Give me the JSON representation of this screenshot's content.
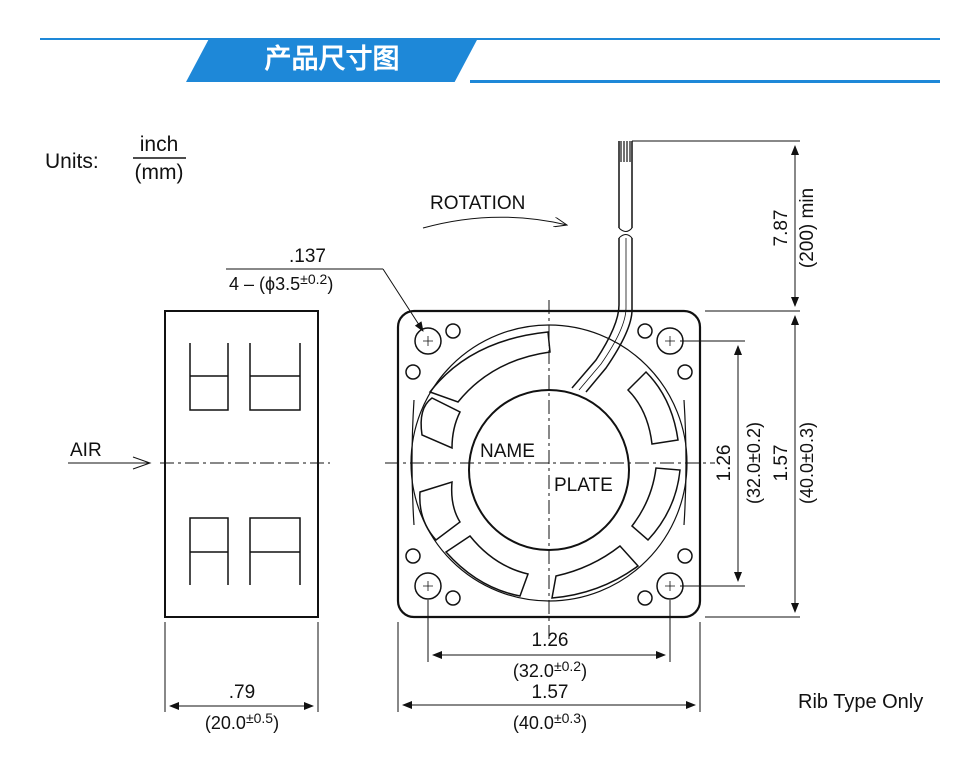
{
  "header": {
    "title": "产品尺寸图",
    "accent_color": "#1e88d8",
    "line_color": "#1e88d8"
  },
  "units": {
    "label": "Units:",
    "numerator": "inch",
    "denominator": "(mm)"
  },
  "labels": {
    "rotation": "ROTATION",
    "air": "AIR",
    "name": "NAME",
    "plate": "PLATE",
    "rib_note": "Rib Type Only"
  },
  "dimensions": {
    "hole_inch": ".137",
    "hole_mm_prefix": "4 – (",
    "hole_mm_phi": "ϕ",
    "hole_mm_value": "3.5",
    "hole_mm_tol": "±0.2",
    "hole_mm_suffix": ")",
    "cable_inch": "7.87",
    "cable_mm": "(200) min",
    "pitch_v_inch": "1.26",
    "pitch_v_mm": "(32.0±0.2)",
    "frame_v_inch": "1.57",
    "frame_v_mm": "(40.0±0.3)",
    "pitch_h_inch": "1.26",
    "pitch_h_mm_value": "(32.0",
    "pitch_h_mm_tol": "±0.2",
    "pitch_h_mm_close": ")",
    "frame_h_inch": "1.57",
    "frame_h_mm_value": "(40.0",
    "frame_h_mm_tol": "±0.3",
    "frame_h_mm_close": ")",
    "depth_inch": ".79",
    "depth_mm_value": "(20.0",
    "depth_mm_tol": "±0.5",
    "depth_mm_close": ")"
  }
}
